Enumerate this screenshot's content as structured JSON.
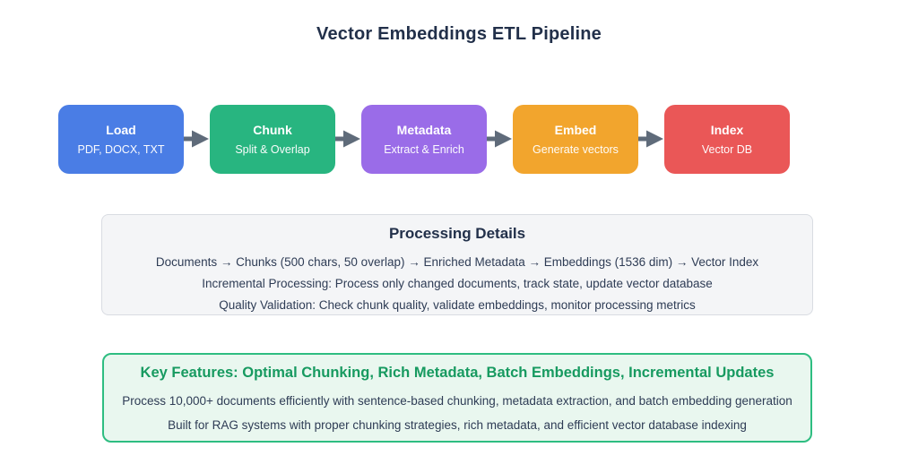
{
  "title": "Vector Embeddings ETL Pipeline",
  "pipeline": {
    "arrow_color": "#5f6b7a",
    "stages": [
      {
        "label": "Load",
        "sublabel": "PDF, DOCX, TXT",
        "color": "#4a7de5"
      },
      {
        "label": "Chunk",
        "sublabel": "Split & Overlap",
        "color": "#28b580"
      },
      {
        "label": "Metadata",
        "sublabel": "Extract & Enrich",
        "color": "#9a6ce8"
      },
      {
        "label": "Embed",
        "sublabel": "Generate vectors",
        "color": "#f2a52d"
      },
      {
        "label": "Index",
        "sublabel": "Vector DB",
        "color": "#ea5757"
      }
    ]
  },
  "processing_details": {
    "title": "Processing Details",
    "lines": [
      "Documents → Chunks (500 chars, 50 overlap) → Enriched Metadata → Embeddings (1536 dim) → Vector Index",
      "Incremental Processing: Process only changed documents, track state, update vector database",
      "Quality Validation: Check chunk quality, validate embeddings, monitor processing metrics"
    ]
  },
  "key_features": {
    "title": "Key Features: Optimal Chunking, Rich Metadata, Batch Embeddings, Incremental Updates",
    "lines": [
      "Process 10,000+ documents efficiently with sentence-based chunking, metadata extraction, and batch embedding generation",
      "Built for RAG systems with proper chunking strategies, rich metadata, and efficient vector database indexing"
    ],
    "border_color": "#2ebd81",
    "title_color": "#179a60",
    "background_color": "#e9f7ef"
  },
  "colors": {
    "page_background": "#ffffff",
    "heading_text": "#22304a",
    "body_text": "#2e3c55",
    "details_card_background": "#f4f5f7",
    "details_card_border": "#d9dce2"
  }
}
